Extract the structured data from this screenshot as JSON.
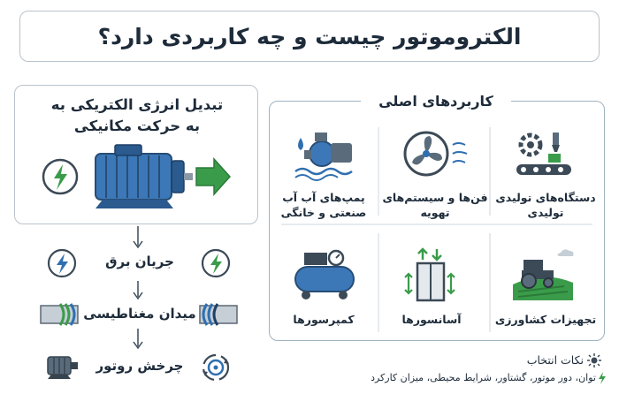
{
  "title": "الکتروموتور چیست و چه کاربردی دارد؟",
  "conversion": {
    "heading_line1": "تبدیل انرژی الکتریکی به",
    "heading_line2": "به حرکت مکانیکی"
  },
  "steps": [
    {
      "label": "جریان برق",
      "icon": "lightning-icon"
    },
    {
      "label": "میدان مغناطیسی",
      "icon": "magnetic-coil-icon"
    },
    {
      "label": "چرخش روتور",
      "icon": "rotor-icon"
    }
  ],
  "applications": {
    "heading": "کاربردهای اصلی",
    "items": [
      {
        "line1": "دستگاه‌های تولیدی",
        "line2": "تولیدی",
        "icon": "conveyor-robot-icon"
      },
      {
        "line1": "فن‌ها و سیستم‌های",
        "line2": "تهویه",
        "icon": "fan-icon"
      },
      {
        "line1": "پمپ‌های آب آب",
        "line2": "صنعتی و خانگی",
        "icon": "water-pump-icon"
      },
      {
        "line1": "تجهیزات کشاورزی",
        "line2": "",
        "icon": "tractor-icon"
      },
      {
        "line1": "آسانسورها",
        "line2": "",
        "icon": "elevator-icon"
      },
      {
        "line1": "کمپرسورها",
        "line2": "",
        "icon": "compressor-icon"
      }
    ]
  },
  "tips": {
    "title": "نکات انتخاب",
    "text": "توان، دور موتور، گشتاور، شرایط محیطی، میزان کارکرد"
  },
  "colors": {
    "primary_blue": "#2f6fb0",
    "green": "#3a9c4a",
    "dark": "#3c4a57",
    "border": "#b9c3cc"
  }
}
